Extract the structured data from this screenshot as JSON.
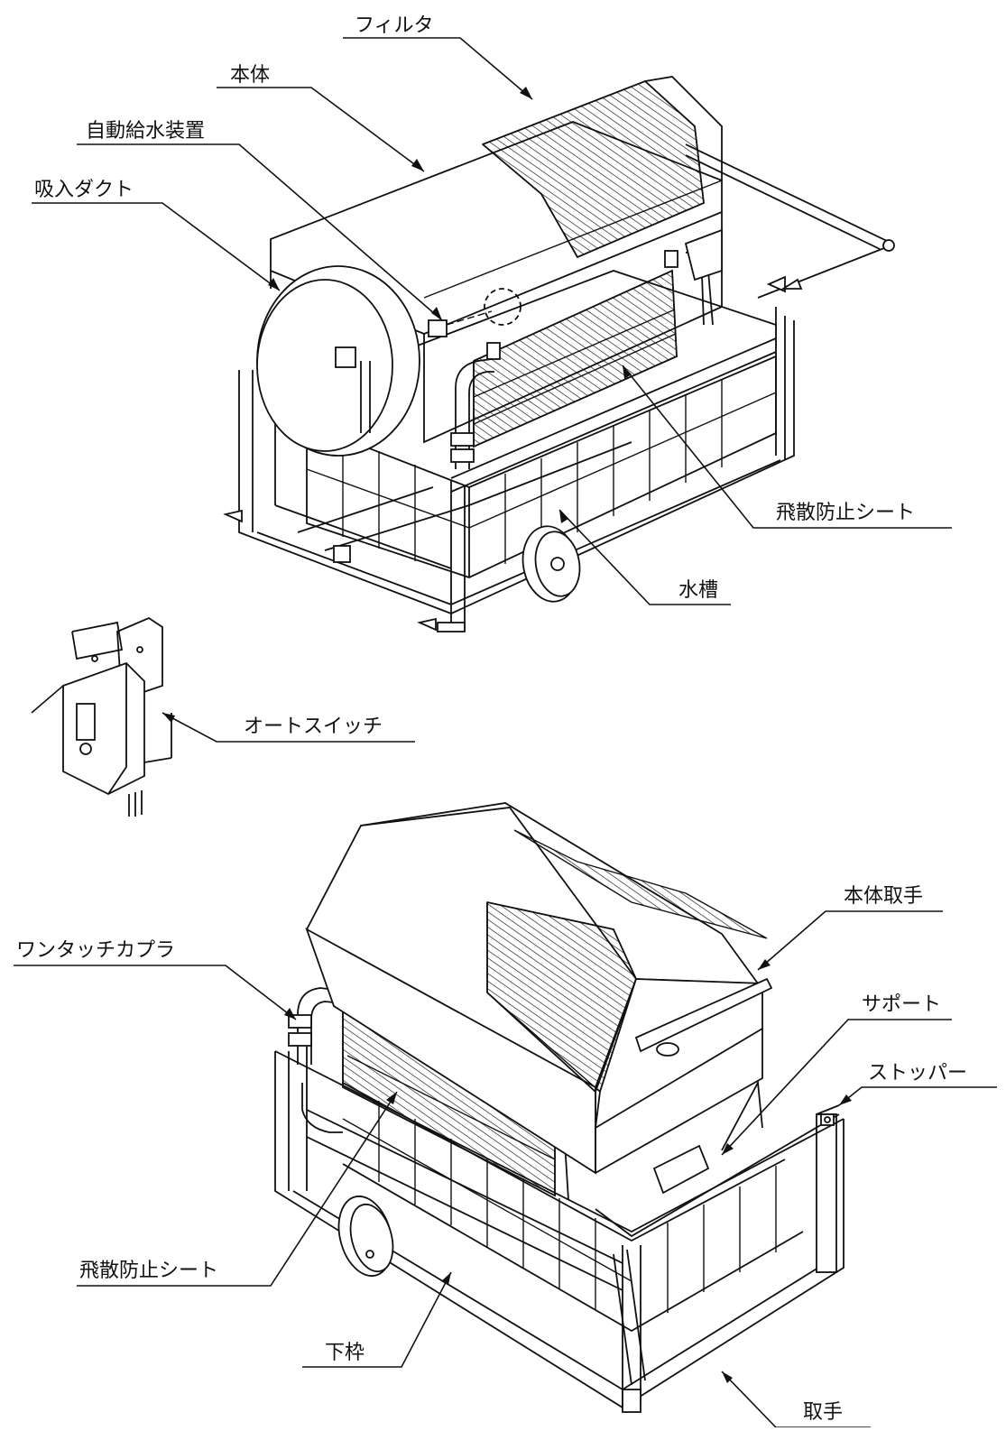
{
  "labels": {
    "filter": "フィルタ",
    "body": "本体",
    "auto_water": "自動給水装置",
    "intake_duct": "吸入ダクト",
    "splash_sheet_top": "飛散防止シート",
    "water_tank": "水槽",
    "auto_switch": "オートスイッチ",
    "body_handle": "本体取手",
    "one_touch_coupler": "ワンタッチカプラ",
    "support": "サポート",
    "stopper": "ストッパー",
    "splash_sheet_bottom": "飛散防止シート",
    "lower_frame": "下枠",
    "handle": "取手"
  }
}
